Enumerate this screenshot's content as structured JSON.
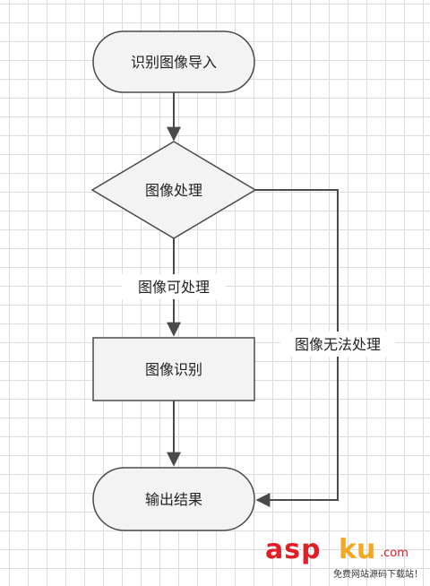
{
  "nodes": {
    "start": "识别图像导入",
    "decision": "图像处理",
    "process": "图像识别",
    "end": "输出结果"
  },
  "edges": {
    "processable": "图像可处理",
    "not_processable": "图像无法处理"
  },
  "watermark": {
    "asp": "asp",
    "ku": "ku",
    "com": ".com",
    "slogan": "免费网站源码下载站！"
  },
  "colors": {
    "node_fill": "#f3f3f3",
    "node_stroke": "#4a4a4a",
    "edge": "#4a4a4a",
    "grid": "#dcdcdc",
    "watermark_red": "#e01e26",
    "watermark_orange": "#f5a623"
  }
}
